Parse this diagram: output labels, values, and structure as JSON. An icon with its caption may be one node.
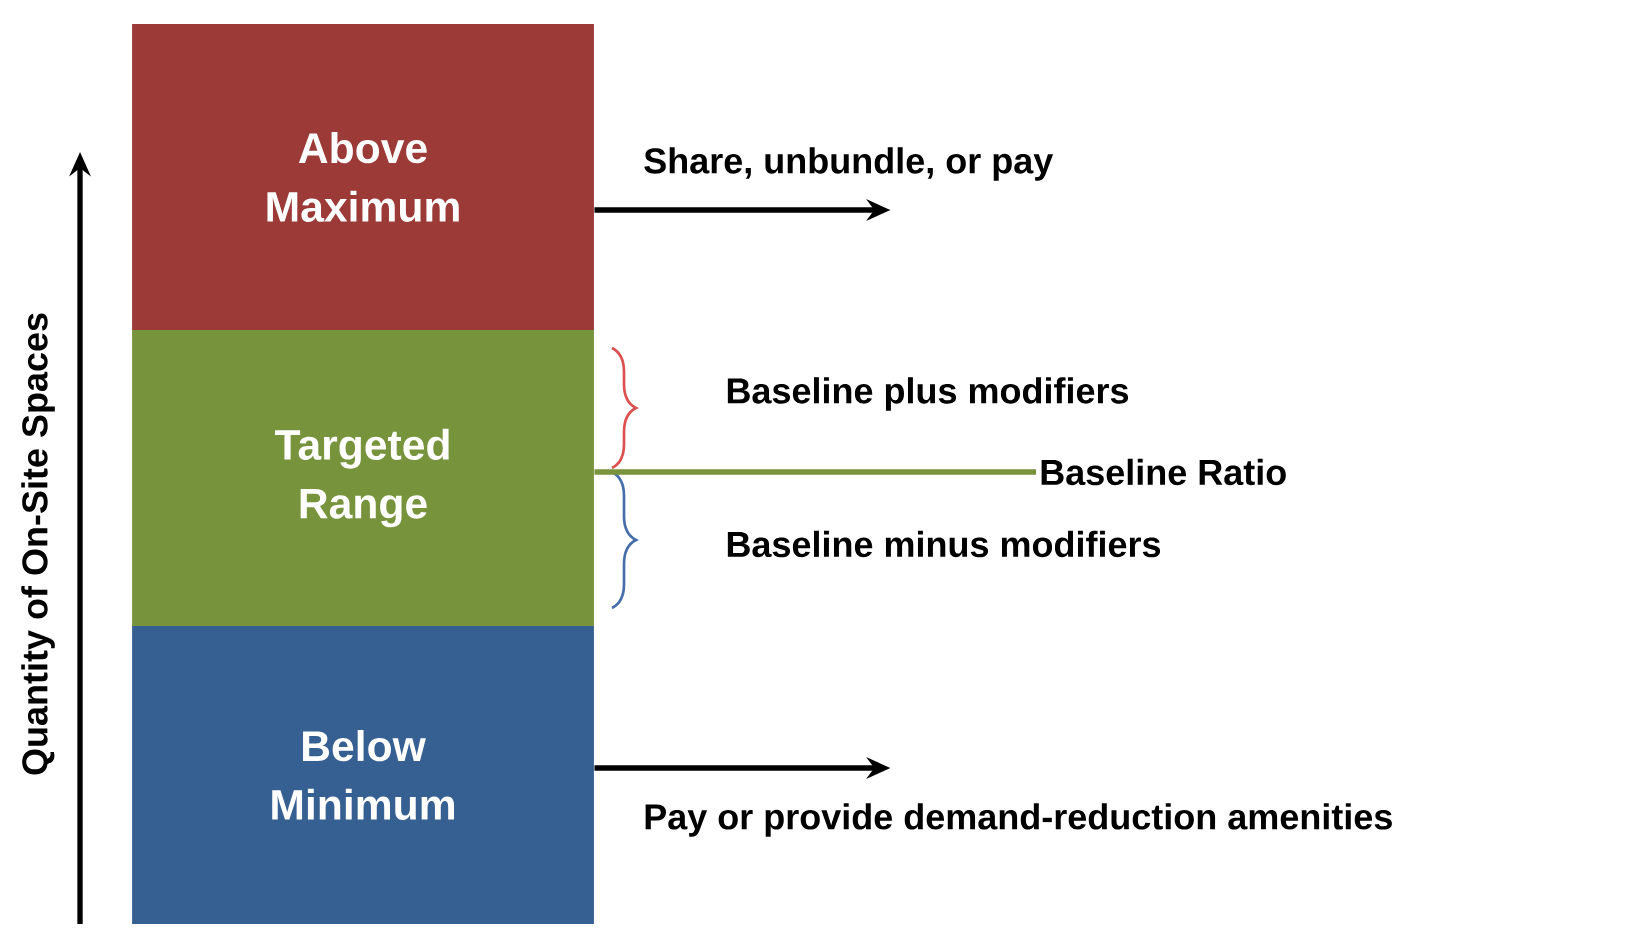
{
  "diagram": {
    "nodes": [
      {
        "text": [
          "Above Maximum"
        ]
      },
      {
        "text": [
          "Targeted Range"
        ]
      },
      {
        "text": [
          "Below Minimum"
        ]
      },
      {
        "text": [
          "Baseline Ratio"
        ]
      }
    ],
    "edges": [
      {
        "from": 0,
        "to": null,
        "arrow": "to",
        "label": "Share, unbundle,  or pay"
      },
      {
        "from": 1,
        "to": 3,
        "arrow": "none",
        "color": "#77933c"
      },
      {
        "from": 2,
        "to": null,
        "arrow": "to",
        "label": "Pay or provide  demand-reduction  amenities"
      }
    ],
    "labels": [
      "Quantity of On-Site Spaces",
      "Baseline plus modifiers",
      "Baseline minus modifiers"
    ]
  }
}
